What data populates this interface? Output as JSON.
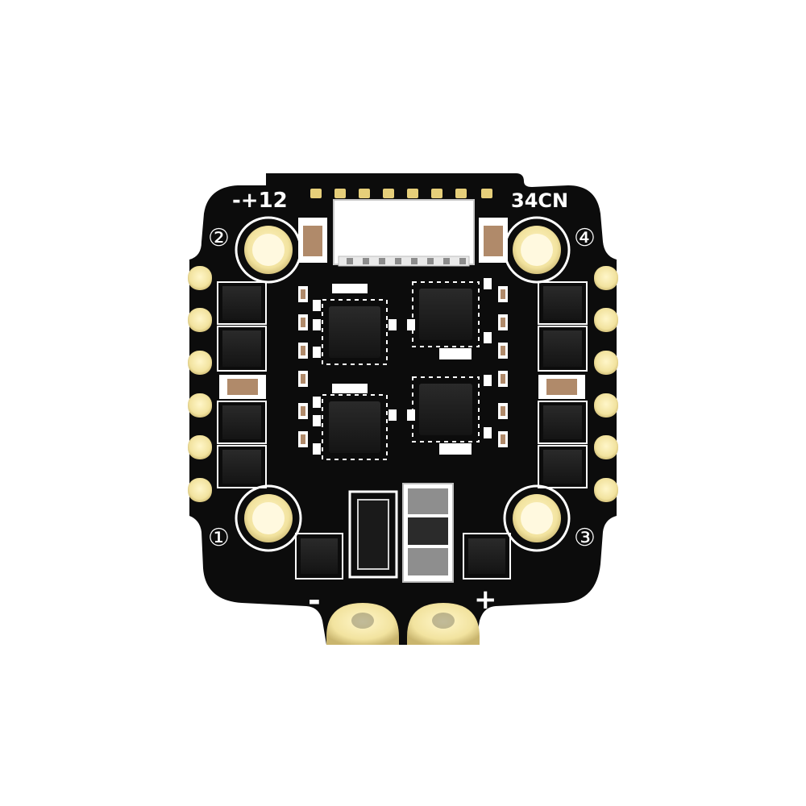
{
  "board": {
    "top_left_label": "-+12",
    "top_right_label": "34CN",
    "mount_labels": [
      "②",
      "④",
      "①",
      "③"
    ],
    "battery_minus": "-",
    "battery_plus": "+"
  },
  "colors": {
    "pcb": "#0c0c0c",
    "gold": "#f3e7a8",
    "silkscreen": "#ffffff",
    "chip": "#1b1b1b",
    "capacitor": "#b08a6a"
  }
}
